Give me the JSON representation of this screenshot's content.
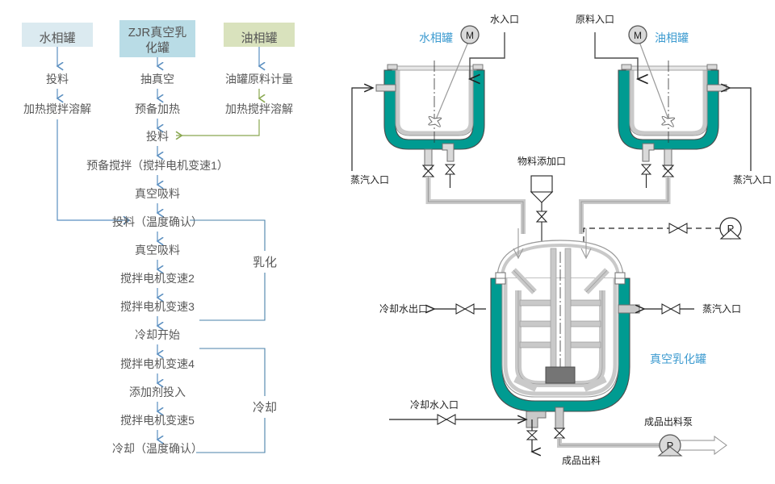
{
  "flowchart": {
    "headers": [
      {
        "label": "水相罐",
        "fill": "#dbeaf0"
      },
      {
        "label": "ZJR真空乳\n化罐",
        "line1": "ZJR真空乳",
        "line2": "化罐",
        "fill": "#b9dce6"
      },
      {
        "label": "油相罐",
        "fill": "#d9e2bd"
      }
    ],
    "water_column": [
      "投料",
      "加热搅拌溶解"
    ],
    "center_column": [
      "抽真空",
      "预备加热",
      "投料",
      "预备搅拌（搅拌电机变速1）",
      "真空吸料",
      "投料（温度确认）",
      "真空吸料",
      "搅拌电机变速2",
      "搅拌电机变速3",
      "冷却开始",
      "搅拌电机变速4",
      "添加剂投入",
      "搅拌电机变速5",
      "冷却（温度确认）"
    ],
    "oil_column": [
      "油罐原料计量",
      "加热搅拌溶解"
    ],
    "groups": [
      {
        "label": "乳化"
      },
      {
        "label": "冷却"
      }
    ],
    "colors": {
      "blue_arrow": "#5b8fc0",
      "green_arrow": "#8aa851",
      "text": "#595959"
    }
  },
  "pid": {
    "equipment": [
      {
        "name": "水相罐",
        "type": "tank-label"
      },
      {
        "name": "油相罐",
        "type": "tank-label"
      },
      {
        "name": "真空乳化罐",
        "type": "tank-label"
      }
    ],
    "labels": {
      "water_tank": "水相罐",
      "oil_tank": "油相罐",
      "emulsifier_tank": "真空乳化罐",
      "water_inlet": "水入口",
      "material_inlet": "原料入口",
      "steam_inlet_left": "蒸汽入口",
      "steam_inlet_right": "蒸汽入口",
      "steam_inlet_main": "蒸汽入口",
      "material_add_port": "物料添加口",
      "cooling_water_outlet": "冷却水出口",
      "cooling_water_inlet": "冷却水入口",
      "product_discharge": "成品出料",
      "product_discharge_pump": "成品出料泵"
    },
    "motors": [
      {
        "id": "M",
        "name": "water-tank-motor"
      },
      {
        "id": "M",
        "name": "oil-tank-motor"
      }
    ],
    "pumps": [
      {
        "id": "P",
        "name": "vacuum-pump"
      },
      {
        "id": "P",
        "name": "product-discharge-pump"
      }
    ],
    "colors": {
      "jacket": "#009b91",
      "metal": "#c9c9c9",
      "metal_dark": "#808080",
      "outline": "#4d4d4d",
      "label_blue": "#3d9bd0"
    }
  }
}
